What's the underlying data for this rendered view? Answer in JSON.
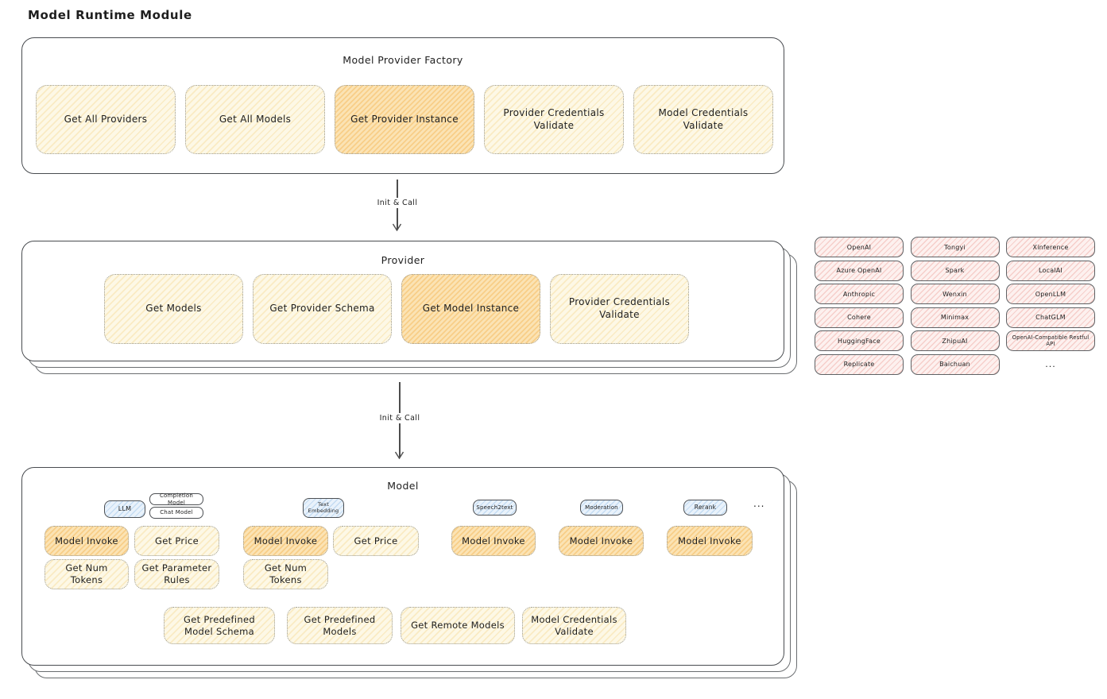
{
  "title": "Model Runtime Module",
  "colors": {
    "cream_fill": "#fdf8e6",
    "orange_highlight_fill": "#fbe7bd",
    "pink_fill": "#fdf1ef",
    "blue_tag_fill": "#e9f2fb",
    "frame_border": "#494c50",
    "text": "#1e1e1e"
  },
  "factory": {
    "title": "Model Provider Factory",
    "buttons": [
      {
        "label": "Get All Providers",
        "highlight": false
      },
      {
        "label": "Get All Models",
        "highlight": false
      },
      {
        "label": "Get Provider Instance",
        "highlight": true
      },
      {
        "label": "Provider Credentials Validate",
        "highlight": false
      },
      {
        "label": "Model Credentials Validate",
        "highlight": false
      }
    ]
  },
  "arrow_factory_to_provider": {
    "label": "Init & Call"
  },
  "provider": {
    "title": "Provider",
    "buttons": [
      {
        "label": "Get Models",
        "highlight": false
      },
      {
        "label": "Get Provider Schema",
        "highlight": false
      },
      {
        "label": "Get Model Instance",
        "highlight": true
      },
      {
        "label": "Provider Credentials Validate",
        "highlight": false
      }
    ]
  },
  "providers_grid": {
    "items": [
      "OpenAI",
      "Tongyi",
      "Xinference",
      "Azure OpenAI",
      "Spark",
      "LocalAI",
      "Anthropic",
      "Wenxin",
      "OpenLLM",
      "Cohere",
      "Minimax",
      "ChatGLM",
      "HuggingFace",
      "ZhipuAI",
      "OpenAI-Compatible Restful API",
      "Replicate",
      "Baichuan"
    ],
    "more": "..."
  },
  "arrow_provider_to_model": {
    "label": "Init & Call"
  },
  "model": {
    "title": "Model",
    "more": "...",
    "groups": {
      "llm": {
        "tag": "LLM",
        "subtags": {
          "completion": "Completion Model",
          "chat": "Chat Model"
        },
        "buttons": {
          "invoke": "Model Invoke",
          "price": "Get Price",
          "num_tokens": "Get Num Tokens",
          "param_rules": "Get Parameter Rules"
        }
      },
      "text_embedding": {
        "tag": "Text Embedding",
        "buttons": {
          "invoke": "Model Invoke",
          "price": "Get Price",
          "num_tokens": "Get Num Tokens"
        }
      },
      "speech2text": {
        "tag": "Speech2text",
        "buttons": {
          "invoke": "Model Invoke"
        }
      },
      "moderation": {
        "tag": "Moderation",
        "buttons": {
          "invoke": "Model Invoke"
        }
      },
      "rerank": {
        "tag": "Rerank",
        "buttons": {
          "invoke": "Model Invoke"
        }
      }
    },
    "shared_buttons": [
      "Get Predefined Model Schema",
      "Get Predefined Models",
      "Get Remote Models",
      "Model Credentials Validate"
    ]
  }
}
